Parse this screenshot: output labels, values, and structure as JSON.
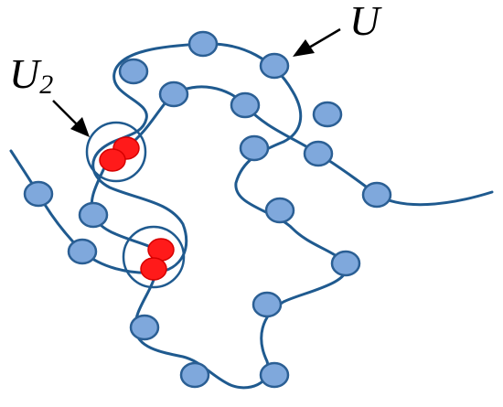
{
  "labels": {
    "u": "U",
    "u2_main": "U",
    "u2_subscript": "2"
  },
  "colors": {
    "curve": "#1f5a8f",
    "bead_fill": "#7fa8dc",
    "bead_stroke": "#2b5f94",
    "contact_fill": "#ff1a1a",
    "ring": "#1f5a8f",
    "arrow": "#000000"
  }
}
